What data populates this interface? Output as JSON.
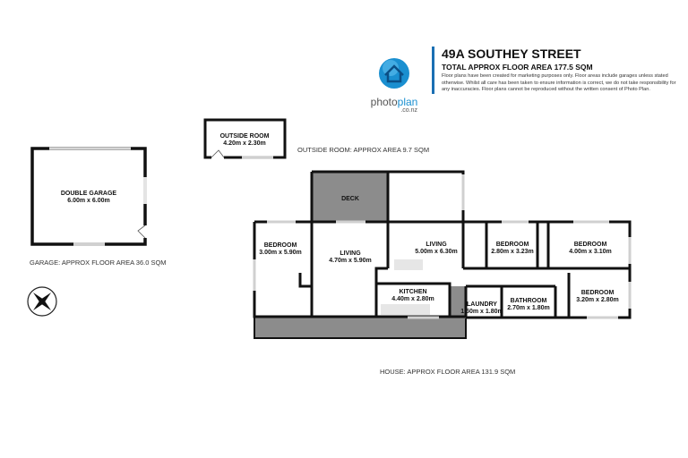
{
  "header": {
    "address": "49A SOUTHEY STREET",
    "total_area": "TOTAL APPROX FLOOR AREA 177.5 SQM",
    "disclaimer": "Floor plans have been created for marketing purposes only. Floor areas include garages unless stated otherwise. Whilst all care has been taken to ensure information is correct, we do not take responsibility for any inaccuracies. Floor plans cannot be reproduced without the written consent of Photo Plan."
  },
  "logo": {
    "part1": "photo",
    "part2": "plan",
    "domain": ".co.nz",
    "icon": "house-globe-icon",
    "color": "#1a8fd0"
  },
  "areas": {
    "outside_room": "OUTSIDE ROOM: APPROX AREA 9.7 SQM",
    "garage": "GARAGE: APPROX FLOOR AREA 36.0 SQM",
    "house": "HOUSE: APPROX FLOOR AREA 131.9 SQM"
  },
  "rooms": {
    "garage": {
      "name": "DOUBLE GARAGE",
      "dims": "6.00m  x 6.00m"
    },
    "outside": {
      "name": "OUTSIDE ROOM",
      "dims": "4.20m  x 2.30m"
    },
    "deck": {
      "name": "DECK"
    },
    "bedroom1": {
      "name": "BEDROOM",
      "dims": "3.00m  x 5.90m"
    },
    "living1": {
      "name": "LIVING",
      "dims": "4.70m  x 5.90m"
    },
    "living2": {
      "name": "LIVING",
      "dims": "5.00m  x 6.30m"
    },
    "bedroom2": {
      "name": "BEDROOM",
      "dims": "2.80m  x 3.23m"
    },
    "bedroom3": {
      "name": "BEDROOM",
      "dims": "4.00m  x 3.10m"
    },
    "bedroom4": {
      "name": "BEDROOM",
      "dims": "3.20m  x 2.80m"
    },
    "kitchen": {
      "name": "KITCHEN",
      "dims": "4.40m  x 2.80m"
    },
    "laundry": {
      "name": "LAUNDRY",
      "dims": "1.50m  x 1.80m"
    },
    "bathroom": {
      "name": "BATHROOM",
      "dims": "2.70m  x 1.80m"
    }
  },
  "compass": {
    "icon": "compass-icon"
  },
  "colors": {
    "wall": "#111111",
    "deck": "#8c8c8c",
    "window": "#d0d0d0",
    "accent": "#1a6fb3"
  }
}
